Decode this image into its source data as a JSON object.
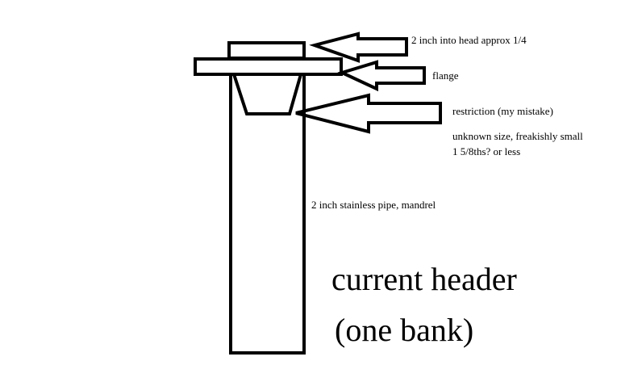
{
  "labels": {
    "head": "2 inch into head approx 1/4",
    "flange": "flange",
    "restriction": "restriction (my mistake)",
    "unknown_line1": "unknown size, freakishly small",
    "unknown_line2": "1 5/8ths? or less",
    "pipe": "2 inch stainless pipe, mandrel"
  },
  "title": {
    "line1": "current header",
    "line2": "(one bank)"
  },
  "colors": {
    "stroke": "#000000",
    "background": "#ffffff"
  }
}
